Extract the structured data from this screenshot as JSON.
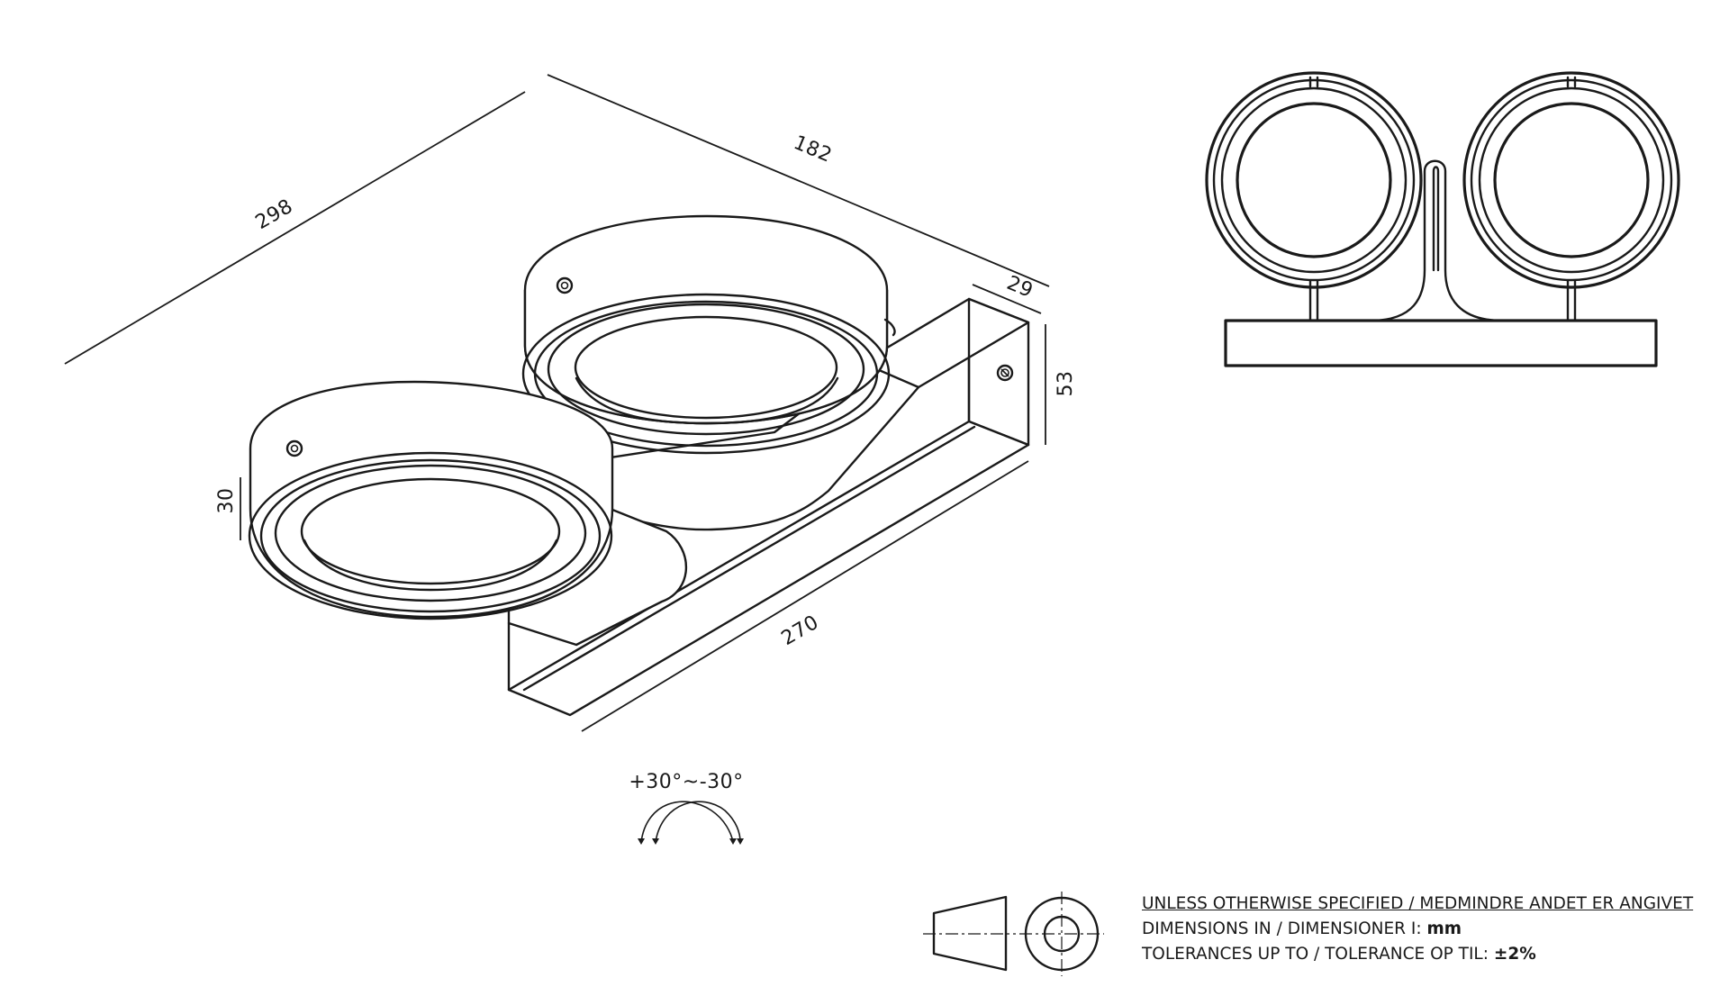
{
  "dimensions": {
    "overall_length": "298",
    "depth": "182",
    "plate_depth": "29",
    "plate_height": "53",
    "head_height": "30",
    "plate_length": "270"
  },
  "rotation": {
    "label": "+30°~-30°"
  },
  "notes": {
    "line1": "UNLESS OTHERWISE SPECIFIED / MEDMINDRE ANDET ER ANGIVET",
    "line2_prefix": "DIMENSIONS IN / DIMENSIONER I: ",
    "line2_value": "mm",
    "line3_prefix": "TOLERANCES UP TO / TOLERANCE OP TIL: ",
    "line3_value": "±2%"
  }
}
